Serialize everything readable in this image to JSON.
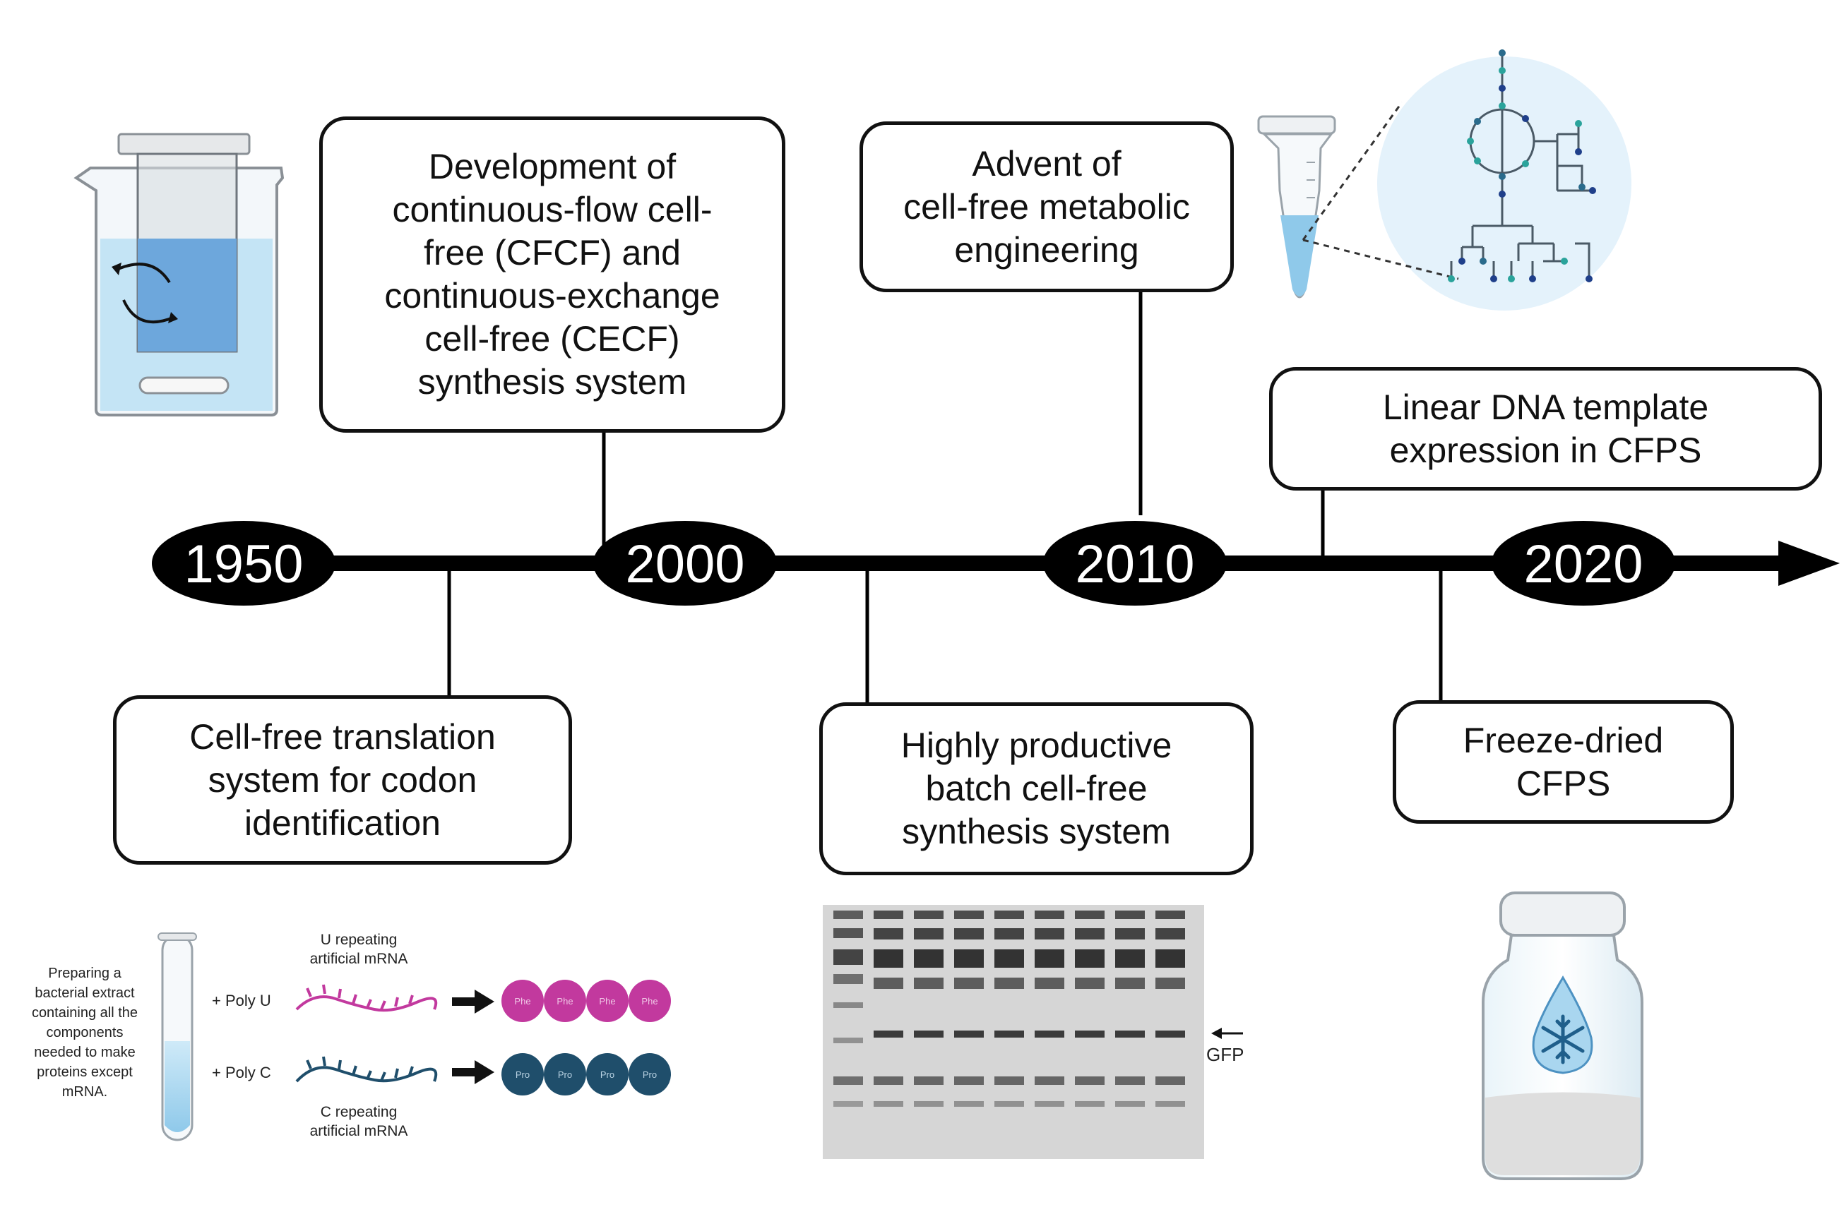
{
  "timeline": {
    "years": [
      "1950",
      "2000",
      "2010",
      "2020"
    ]
  },
  "events": {
    "cell_free_translation": "Cell-free translation\nsystem for codon\nidentification",
    "continuous_flow": "Development of\ncontinuous-flow cell-\nfree (CFCF) and\ncontinuous-exchange\ncell-free (CECF)\nsynthesis system",
    "batch_system": "Highly productive\nbatch cell-free\nsynthesis system",
    "metabolic_engineering": "Advent of\ncell-free metabolic\nengineering",
    "linear_dna": "Linear DNA template\nexpression in CFPS",
    "freeze_dried": "Freeze-dried\nCFPS"
  },
  "codon_panel": {
    "extract_note": [
      "Preparing a",
      "bacterial extract",
      "containing all the",
      "components",
      "needed to make",
      "proteins except",
      "mRNA."
    ],
    "poly_u": "+ Poly U",
    "poly_c": "+ Poly C",
    "u_mrna": [
      "U repeating",
      "artificial mRNA"
    ],
    "c_mrna": [
      "C repeating",
      "artificial mRNA"
    ],
    "phe": "Phe",
    "pro": "Pro"
  },
  "gel": {
    "marker_label": "GFP",
    "lanes": 9
  },
  "colors": {
    "line": "#000000",
    "phe_bead": "#c2399e",
    "pro_bead": "#1f4e6b",
    "liquid": "#a9d6ef",
    "bg_circle": "#e4f2fb"
  }
}
